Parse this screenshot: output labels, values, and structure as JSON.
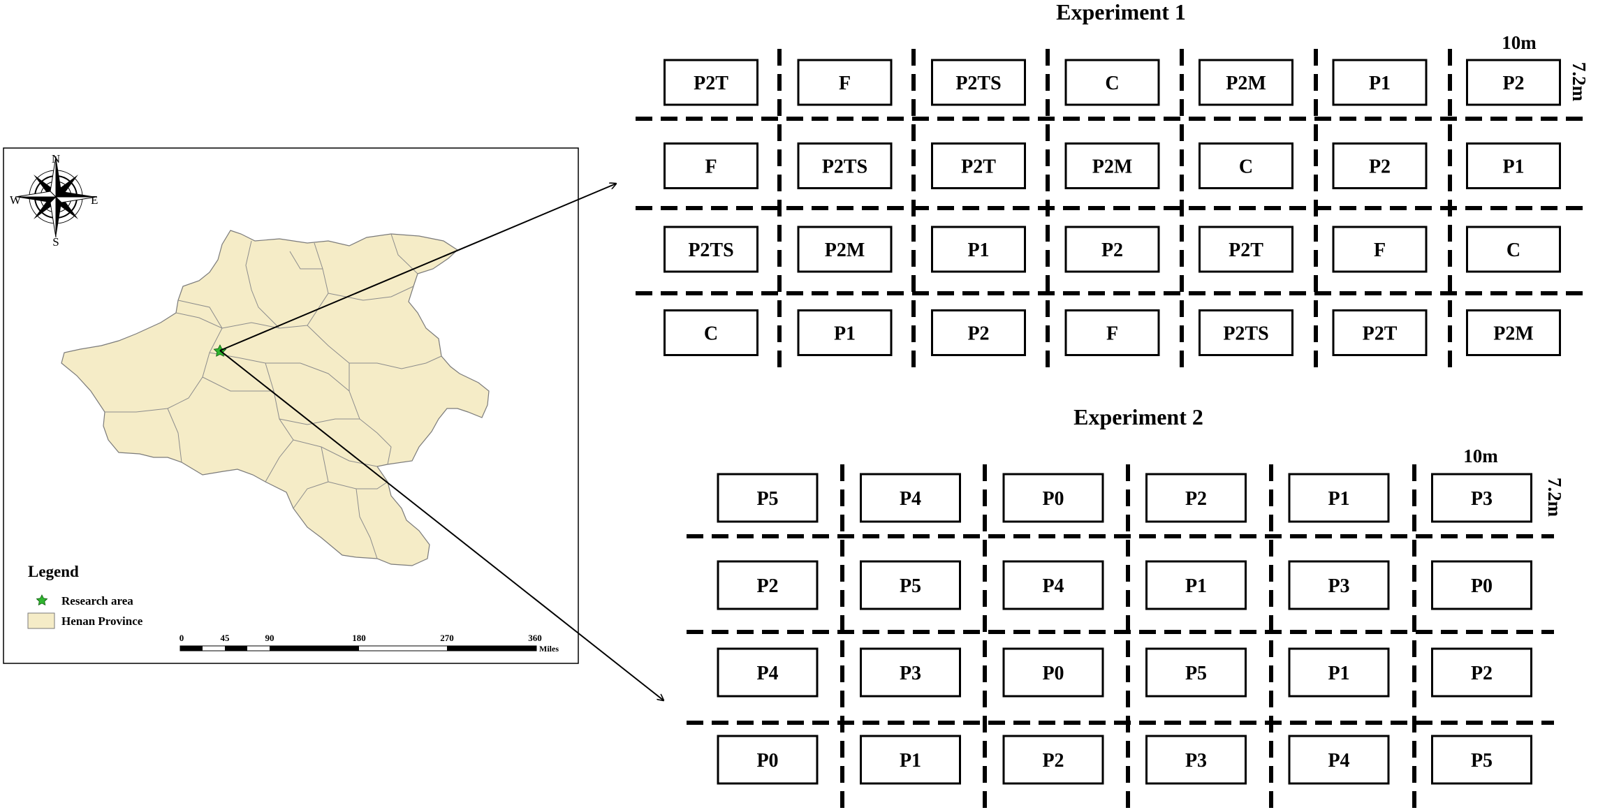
{
  "map": {
    "compass": {
      "n": "N",
      "s": "S",
      "e": "E",
      "w": "W"
    },
    "legend": {
      "title": "Legend",
      "research_area": "Research area",
      "province": "Henan Province",
      "star_color": "#2fb52f",
      "province_color": "#f5ecc7"
    },
    "scale": {
      "ticks": [
        "0",
        "45",
        "90",
        "180",
        "270",
        "360"
      ],
      "unit": "Miles"
    }
  },
  "experiment1": {
    "title": "Experiment 1",
    "width_label": "10m",
    "height_label": "7.2m",
    "grid": [
      [
        "P2T",
        "F",
        "P2TS",
        "C",
        "P2M",
        "P1",
        "P2"
      ],
      [
        "F",
        "P2TS",
        "P2T",
        "P2M",
        "C",
        "P2",
        "P1"
      ],
      [
        "P2TS",
        "P2M",
        "P1",
        "P2",
        "P2T",
        "F",
        "C"
      ],
      [
        "C",
        "P1",
        "P2",
        "F",
        "P2TS",
        "P2T",
        "P2M"
      ]
    ]
  },
  "experiment2": {
    "title": "Experiment 2",
    "width_label": "10m",
    "height_label": "7.2m",
    "grid": [
      [
        "P5",
        "P4",
        "P0",
        "P2",
        "P1",
        "P3"
      ],
      [
        "P2",
        "P5",
        "P4",
        "P1",
        "P3",
        "P0"
      ],
      [
        "P4",
        "P3",
        "P0",
        "P5",
        "P1",
        "P2"
      ],
      [
        "P0",
        "P1",
        "P2",
        "P3",
        "P4",
        "P5"
      ]
    ]
  }
}
